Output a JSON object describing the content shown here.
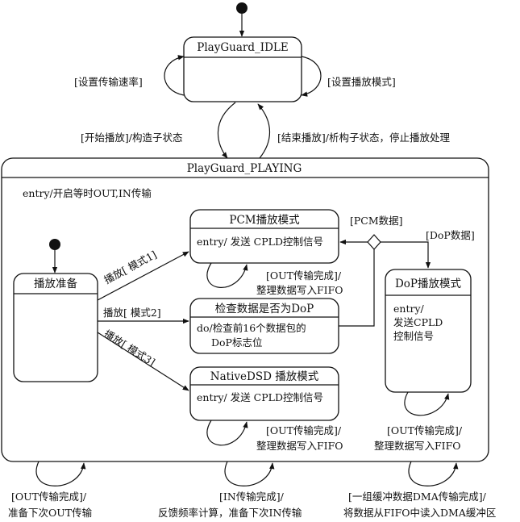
{
  "states": {
    "idle": {
      "name": "PlayGuard_IDLE"
    },
    "playing": {
      "name": "PlayGuard_PLAYING",
      "entry": "entry/开启等时OUT,IN传输"
    },
    "prep": {
      "name": "播放准备"
    },
    "pcm": {
      "name": "PCM播放模式",
      "action": "entry/ 发送 CPLD控制信号"
    },
    "check": {
      "name": "检查数据是否为DoP",
      "action_line1": "do/检查前16个数据包的",
      "action_line2": "DoP标志位"
    },
    "native": {
      "name": "NativeDSD 播放模式",
      "action": "entry/ 发送 CPLD控制信号"
    },
    "dop": {
      "name": "DoP播放模式",
      "action_line1": "entry/",
      "action_line2": "发送CPLD",
      "action_line3": "控制信号"
    }
  },
  "transitions": {
    "set_rate": "[设置传输速率]",
    "set_mode": "[设置播放模式]",
    "start": "[开始播放]/构造子状态",
    "end": "[结束播放]/析构子状态，停止播放处理",
    "mode1": "播放[ 模式1]",
    "mode2": "播放[ 模式2]",
    "mode3": "播放[ 模式3]",
    "pcm_data": "[PCM数据]",
    "dop_data": "[DoP数据]",
    "pcm_self_1": "[OUT传输完成]/",
    "pcm_self_2": "整理数据写入FIFO",
    "native_self_1": "[OUT传输完成]/",
    "native_self_2": "整理数据写入FIFO",
    "dop_self_1": "[OUT传输完成]/",
    "dop_self_2": "整理数据写入FIFO",
    "out_done_1": "[OUT传输完成]/",
    "out_done_2": "准备下次OUT传输",
    "in_done_1": "[IN传输完成]/",
    "in_done_2": "反馈频率计算，准备下次IN传输",
    "dma_done_1": "[一组缓冲数据DMA传输完成]/",
    "dma_done_2": "将数据从FIFO中读入DMA缓冲区"
  }
}
